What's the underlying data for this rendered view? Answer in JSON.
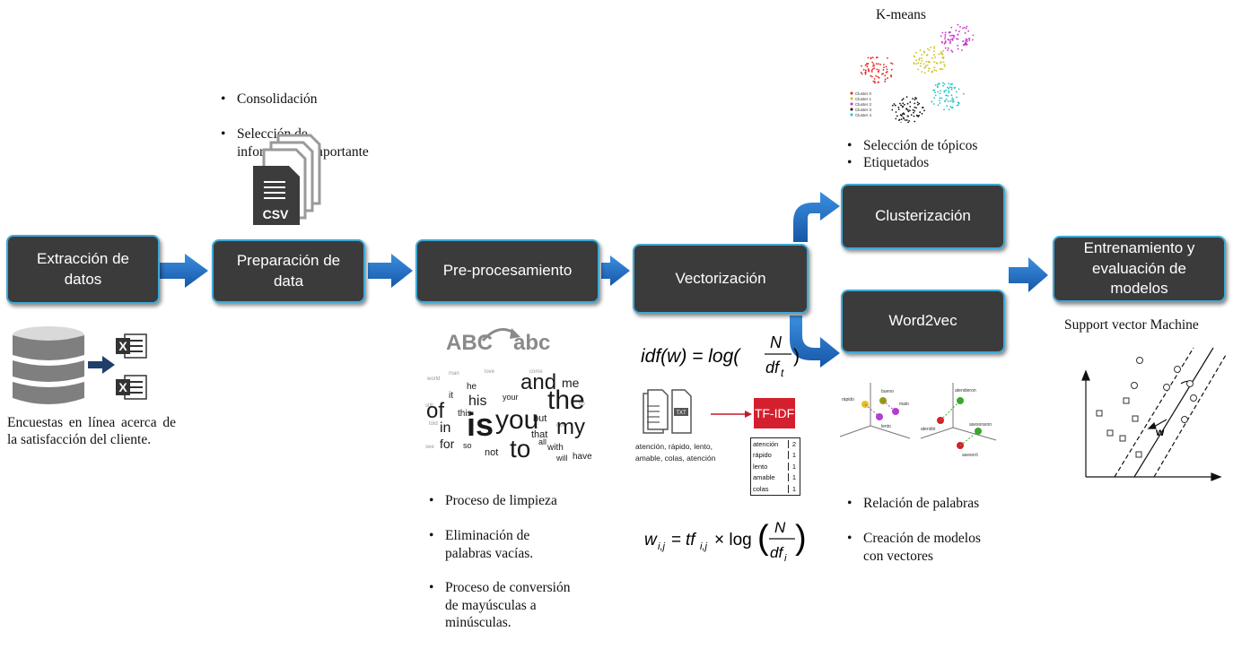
{
  "steps": [
    {
      "id": "extraction",
      "label": "Extracción de\ndatos"
    },
    {
      "id": "preparation",
      "label": "Preparación de\ndata"
    },
    {
      "id": "preprocessing",
      "label": "Pre-procesamiento"
    },
    {
      "id": "vectorization",
      "label": "Vectorización"
    },
    {
      "id": "clustering",
      "label": "Clusterización"
    },
    {
      "id": "word2vec",
      "label": "Word2vec"
    },
    {
      "id": "training",
      "label": "Entrenamiento y\nevaluación de\nmodelos"
    }
  ],
  "extraction_caption": "Encuestas en línea acerca de la satisfacción del cliente.",
  "preparation_notes": [
    "Consolidación",
    "Selección de\ninformación importante"
  ],
  "csv_icon_text": "CSV",
  "preprocessing": {
    "abc_upper": "ABC",
    "abc_lower": "abc",
    "notes": [
      "Proceso de limpieza",
      "Eliminación de\npalabras vacías.",
      "Proceso de conversión\nde mayúsculas a\nminúsculas."
    ],
    "wordcloud_words": [
      "and",
      "me",
      "the",
      "of",
      "is",
      "you",
      "my",
      "to",
      "in",
      "his",
      "for",
      "that",
      "not",
      "have",
      "with",
      "will",
      "he",
      "your",
      "but",
      "so",
      "this",
      "all",
      "it"
    ]
  },
  "vectorization": {
    "idf_formula": "idf(w) = log(N / df_t)",
    "tfidf_label": "TF-IDF",
    "doc_text": "atención, rápido, lento,\namable, colas, atención",
    "txt_icon": "TXT",
    "table": [
      [
        "atención",
        "2"
      ],
      [
        "rápido",
        "1"
      ],
      [
        "lento",
        "1"
      ],
      [
        "amable",
        "1"
      ],
      [
        "colas",
        "1"
      ]
    ],
    "w_formula": "w_ij = tf_ij × log(N / df_i)"
  },
  "kmeans": {
    "title": "K-means",
    "legend": [
      "Cluster 0",
      "Cluster 1",
      "Cluster 2",
      "Cluster 3",
      "Cluster 4"
    ],
    "colors": [
      "#e8221c",
      "#c9c21a",
      "#c72fc9",
      "#111111",
      "#1fc3c3"
    ]
  },
  "clustering_notes": [
    "Selección de tópicos",
    "Etiquetados"
  ],
  "word2vec": {
    "words_left": [
      "bueno",
      "rápido",
      "malo",
      "lento"
    ],
    "words_right": [
      "atendieron",
      "atendió",
      "asesoraron",
      "asesoró"
    ],
    "notes": [
      "Relación de palabras",
      "Creación de modelos\ncon vectores"
    ]
  },
  "svm": {
    "title": "Support vector Machine",
    "w_label": "w"
  },
  "colors": {
    "box_fill": "#3b3b3b",
    "box_border": "#3fa9d6",
    "arrow": "#1f6fbf"
  }
}
